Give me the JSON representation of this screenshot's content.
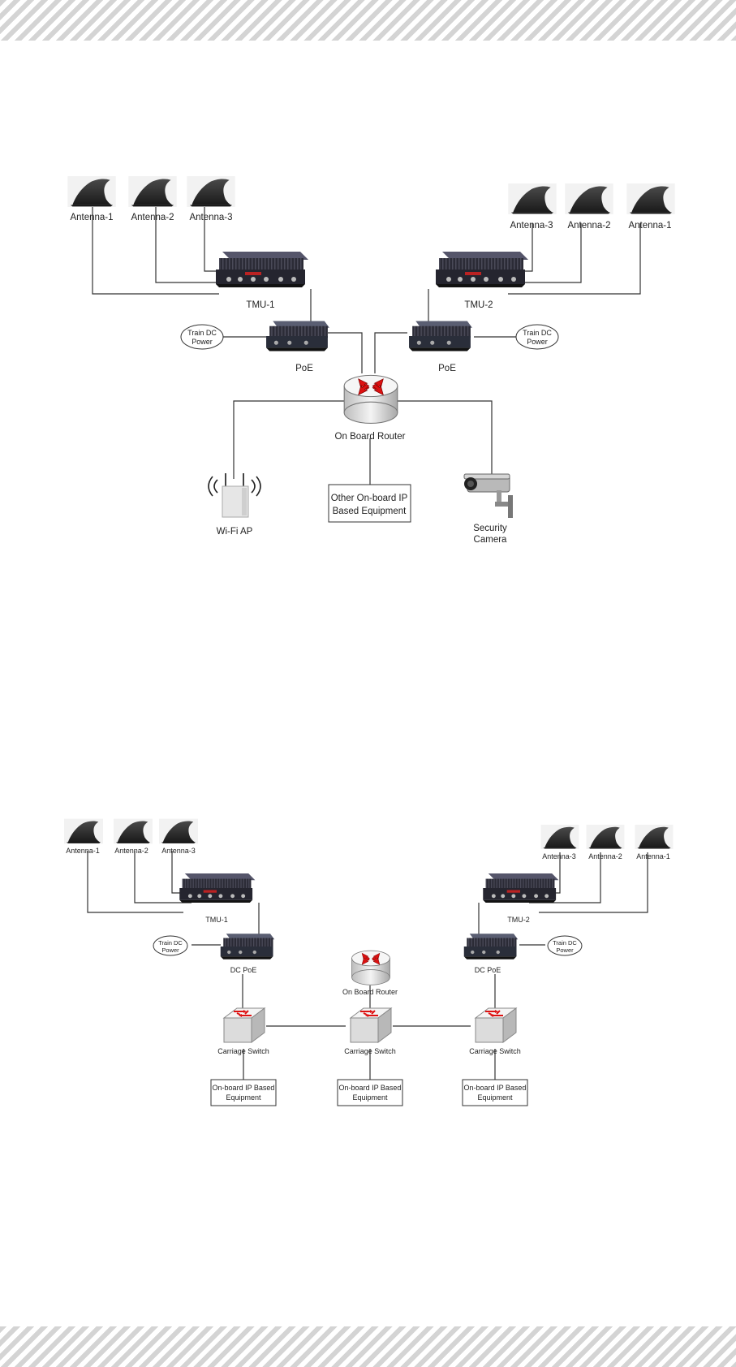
{
  "diagram1": {
    "antennas_left": [
      "Antenna-1",
      "Antenna-2",
      "Antenna-3"
    ],
    "antennas_right": [
      "Antenna-3",
      "Antenna-2",
      "Antenna-1"
    ],
    "tmu_left": "TMU-1",
    "tmu_right": "TMU-2",
    "poe_left": "PoE",
    "poe_right": "PoE",
    "power_left": [
      "Train DC",
      "Power"
    ],
    "power_right": [
      "Train DC",
      "Power"
    ],
    "router": "On Board Router",
    "wifi": "Wi-Fi AP",
    "equipment": [
      "Other On-board IP",
      "Based Equipment"
    ],
    "camera": [
      "Security",
      "Camera"
    ]
  },
  "diagram2": {
    "antennas_left": [
      "Antenna-1",
      "Antenna-2",
      "Antenna-3"
    ],
    "antennas_right": [
      "Antenna-3",
      "Antenna-2",
      "Antenna-1"
    ],
    "tmu_left": "TMU-1",
    "tmu_right": "TMU-2",
    "poe_left": "DC PoE",
    "poe_right": "DC PoE",
    "power_left": [
      "Train DC",
      "Power"
    ],
    "power_right": [
      "Train DC",
      "Power"
    ],
    "router": "On Board Router",
    "switches": [
      "Carriage Switch",
      "Carriage Switch",
      "Carriage Switch"
    ],
    "equipment": [
      [
        "On-board IP Based",
        "Equipment"
      ],
      [
        "On-board IP Based",
        "Equipment"
      ],
      [
        "On-board IP Based",
        "Equipment"
      ]
    ]
  }
}
